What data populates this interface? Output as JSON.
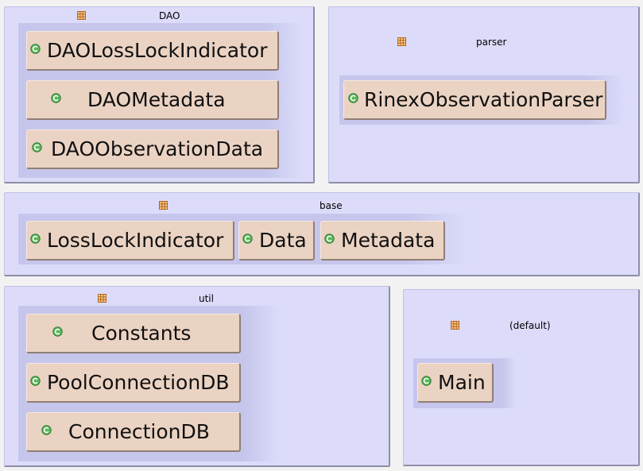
{
  "packages": {
    "dao": {
      "name": "DAO",
      "classes": [
        "DAOLossLockIndicator",
        "DAOMetadata",
        "DAOObservationData"
      ]
    },
    "parser": {
      "name": "parser",
      "classes": [
        "RinexObservationParser"
      ]
    },
    "base": {
      "name": "base",
      "classes": [
        "LossLockIndicator",
        "Data",
        "Metadata"
      ]
    },
    "util": {
      "name": "util",
      "classes": [
        "Constants",
        "PoolConnectionDB",
        "ConnectionDB"
      ]
    },
    "default": {
      "name": "(default)",
      "classes": [
        "Main"
      ]
    }
  },
  "icons": {
    "package": "package-icon",
    "class": "class-icon"
  },
  "colors": {
    "package_fill": "#dcdcfa",
    "class_fill": "#ebd3c3",
    "class_icon": "#3c9a3c",
    "package_icon": "#c9781c"
  }
}
